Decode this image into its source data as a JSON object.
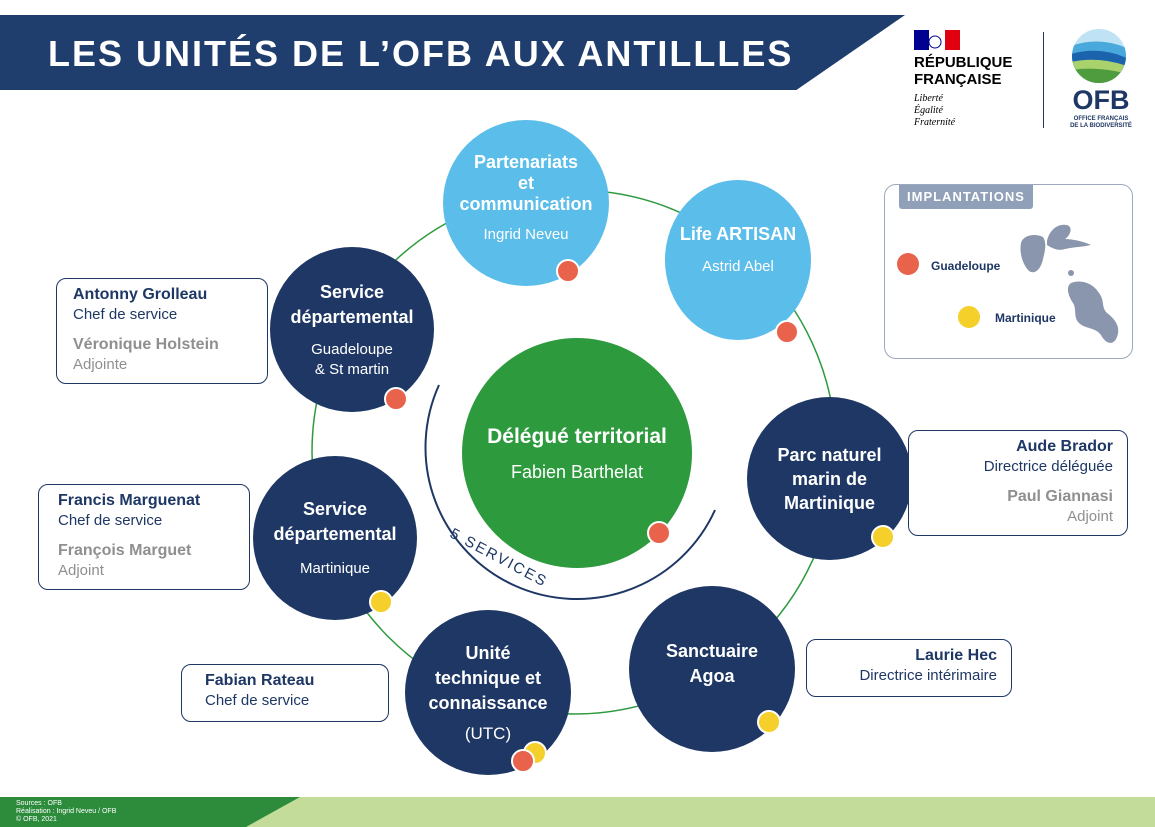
{
  "header": {
    "title": "LES UNITÉS DE L’OFB AUX ANTILLLES",
    "republique_line1": "RÉPUBLIQUE",
    "republique_line2": "FRANÇAISE",
    "motto": [
      "Liberté",
      "Égalité",
      "Fraternité"
    ],
    "ofb_logo": "OFB",
    "ofb_sub": [
      "OFFICE FRANÇAIS",
      "DE LA BIODIVERSITÉ"
    ]
  },
  "center": {
    "title": "Délégué territorial",
    "name": "Fabien Barthelat",
    "ring_label": "5 SERVICES",
    "dot": "guadeloupe"
  },
  "units": [
    {
      "id": "partenariats",
      "title_lines": [
        "Partenariats",
        "et",
        "communication"
      ],
      "sub_lines": [
        "Ingrid Neveu"
      ],
      "dots": [
        "guadeloupe"
      ]
    },
    {
      "id": "life-artisan",
      "title_lines": [
        "Life ARTISAN"
      ],
      "sub_lines": [
        "Astrid Abel"
      ],
      "dots": [
        "guadeloupe"
      ]
    },
    {
      "id": "parc-naturel",
      "title_lines": [
        "Parc naturel",
        "marin de",
        "Martinique"
      ],
      "sub_lines": [],
      "dots": [
        "martinique"
      ]
    },
    {
      "id": "sanctuaire",
      "title_lines": [
        "Sanctuaire",
        "Agoa"
      ],
      "sub_lines": [],
      "dots": [
        "martinique"
      ]
    },
    {
      "id": "utc",
      "title_lines": [
        "Unité",
        "technique et",
        "connaissance"
      ],
      "sub_lines": [
        "(UTC)"
      ],
      "dots": [
        "martinique",
        "guadeloupe"
      ]
    },
    {
      "id": "sd-martinique",
      "title_lines": [
        "Service",
        "départemental"
      ],
      "sub_lines": [
        "Martinique"
      ],
      "dots": [
        "martinique"
      ]
    },
    {
      "id": "sd-guadeloupe",
      "title_lines": [
        "Service",
        "départemental"
      ],
      "sub_lines": [
        "Guadeloupe",
        "& St martin"
      ],
      "dots": [
        "guadeloupe"
      ]
    }
  ],
  "cards": {
    "sd_guadeloupe": {
      "name1": "Antonny Grolleau",
      "role1": "Chef de service",
      "name2": "Véronique Holstein",
      "role2": "Adjointe"
    },
    "sd_martinique": {
      "name1": "Francis Marguenat",
      "role1": "Chef de service",
      "name2": "François Marguet",
      "role2": "Adjoint"
    },
    "utc": {
      "name1": "Fabian Rateau",
      "role1": "Chef de service"
    },
    "parc": {
      "name1": "Aude Brador",
      "role1": "Directrice déléguée",
      "name2": "Paul Giannasi",
      "role2": "Adjoint"
    },
    "sanctuaire": {
      "name1": "Laurie Hec",
      "role1": "Directrice intérimaire"
    }
  },
  "implantations": {
    "title": "IMPLANTATIONS",
    "legend": [
      {
        "label": "Guadeloupe",
        "color": "#e8624c"
      },
      {
        "label": "Martinique",
        "color": "#f5cf2a"
      }
    ]
  },
  "footer": {
    "lines": [
      "Sources : OFB",
      "Réalisation : Ingrid Neveu / OFB",
      "© OFB, 2021"
    ]
  },
  "colors": {
    "navy": "#1e3764",
    "light_blue": "#5bbde9",
    "green": "#2e9a3e",
    "guadeloupe_dot": "#e8624c",
    "martinique_dot": "#f5cf2a"
  }
}
